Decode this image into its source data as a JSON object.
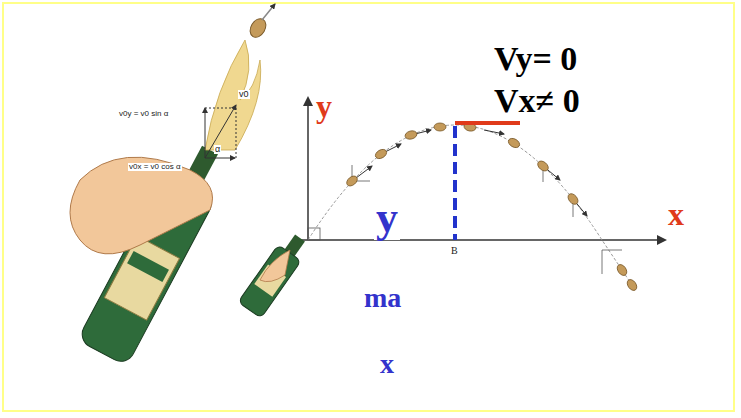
{
  "diagram": {
    "labels": [
      "Vy= 0",
      "Vx≠ 0",
      "y",
      "x",
      "y",
      "ma",
      "x",
      "v0y = v0 sin α",
      "v0x = v0 cos α",
      "v0",
      "α",
      "B"
    ]
  }
}
